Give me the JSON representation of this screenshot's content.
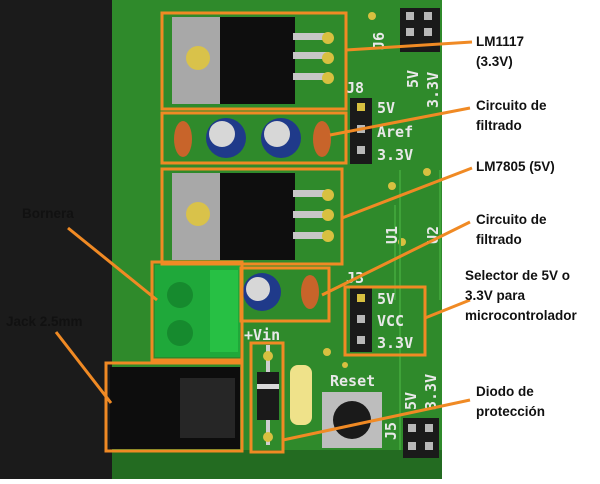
{
  "annotations": {
    "lm1117": [
      "LM1117",
      "(3.3V)"
    ],
    "filter1": [
      "Circuito de",
      "filtrado"
    ],
    "lm7805": "LM7805 (5V)",
    "filter2": [
      "Circuito de",
      "filtrado"
    ],
    "selector": [
      "Selector de 5V o",
      "3.3V para",
      "microcontrolador"
    ],
    "bornera": "Bornera",
    "jack": "Jack 2.5mm",
    "diodo": [
      "Diodo de",
      "protección"
    ]
  },
  "silkscreen": {
    "j6": "J6",
    "j6_5v": "5V",
    "j6_33v": "3.3V",
    "j8": "J8",
    "j8_5v": "5V",
    "j8_aref": "Aref",
    "j8_33v": "3.3V",
    "u1": "U1",
    "u2": "U2",
    "j3": "J3",
    "j3_5v": "5V",
    "j3_vcc": "VCC",
    "j3_33v": "3.3V",
    "vin": "+Vin",
    "reset": "Reset",
    "j5": "J5",
    "j5_5v": "5V",
    "j5_33v": "3.3V"
  },
  "colors": {
    "pcb": "#2f8a2b",
    "highlight": "#f08a24",
    "silk": "#e8e8e8"
  }
}
